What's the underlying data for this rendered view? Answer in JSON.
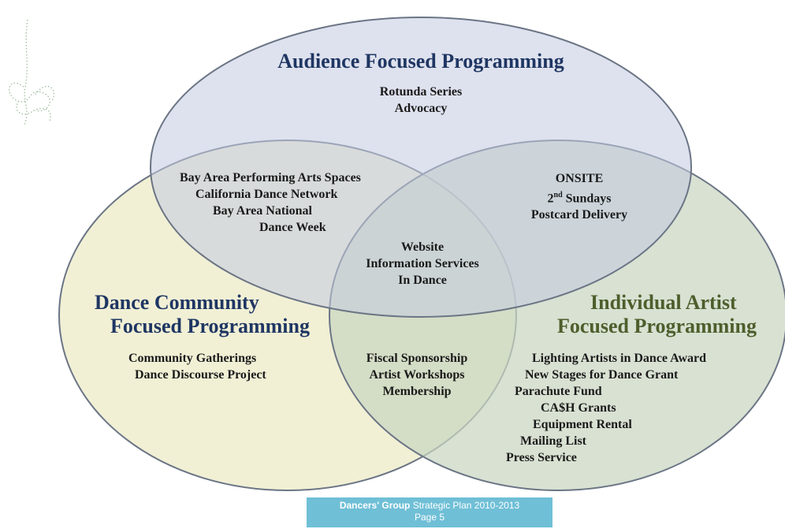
{
  "colors": {
    "audience_fill": "#c3cbe0",
    "community_fill": "#ebeac5",
    "artist_fill": "#c9d5c1",
    "circle_stroke": "#6b7585",
    "title_blue": "#1f3663",
    "title_green": "#4e5e2c",
    "footer_bg": "#6fbfd6"
  },
  "audience": {
    "title": "Audience Focused Programming",
    "items": [
      "Rotunda Series",
      "Advocacy"
    ]
  },
  "community": {
    "title_line1": "Dance Community",
    "title_line2": "Focused Programming",
    "items": [
      "Community Gatherings",
      "Dance Discourse Project"
    ]
  },
  "artist": {
    "title_line1": "Individual Artist",
    "title_line2": "Focused Programming",
    "items": [
      "Lighting Artists in Dance Award",
      "New Stages for Dance Grant",
      "Parachute Fund",
      "CA$H Grants",
      "Equipment Rental",
      "Mailing List",
      "Press Service"
    ]
  },
  "audience_community": {
    "items": [
      "Bay Area Performing Arts Spaces",
      "California Dance Network",
      "Bay Area National",
      "Dance Week"
    ]
  },
  "audience_artist": {
    "items": [
      "ONSITE",
      "2",
      "nd",
      " Sundays",
      "Postcard Delivery"
    ]
  },
  "community_artist": {
    "items": [
      "Fiscal Sponsorship",
      "Artist Workshops",
      "Membership"
    ]
  },
  "center": {
    "items": [
      "Website",
      "Information Services",
      "In Dance"
    ]
  },
  "footer": {
    "org": "Dancers' Group",
    "plan": " Strategic Plan 2010-2013",
    "page": "Page 5"
  }
}
